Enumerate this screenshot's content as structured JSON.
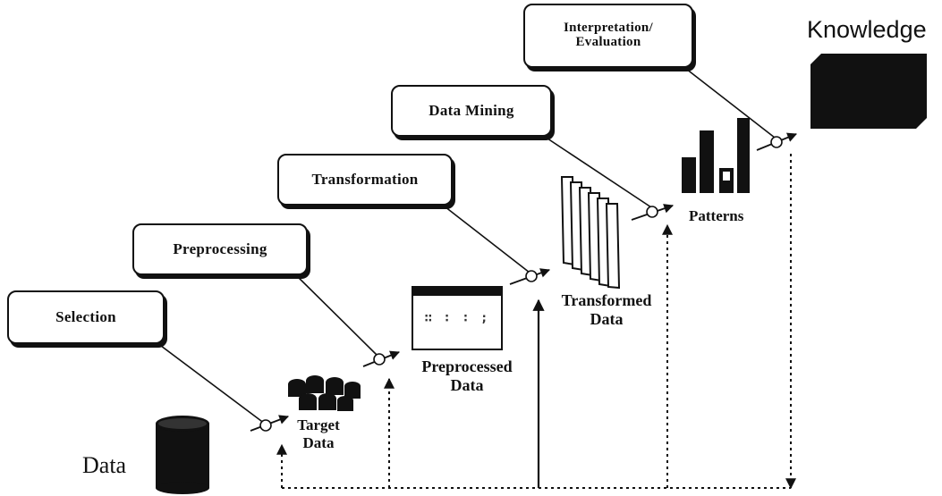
{
  "steps": {
    "selection": "Selection",
    "preprocessing": "Preprocessing",
    "transformation": "Transformation",
    "data_mining": "Data Mining",
    "interpretation_line1": "Interpretation/",
    "interpretation_line2": "Evaluation"
  },
  "stages": {
    "data": "Data",
    "target_line1": "Target",
    "target_line2": "Data",
    "preprocessed_line1": "Preprocessed",
    "preprocessed_line2": "Data",
    "transformed_line1": "Transformed",
    "transformed_line2": "Data",
    "patterns": "Patterns",
    "knowledge": "Knowledge"
  },
  "preview_text": "∷ ∶ ∶ ;",
  "colors": {
    "ink": "#111111",
    "background": "#ffffff"
  }
}
